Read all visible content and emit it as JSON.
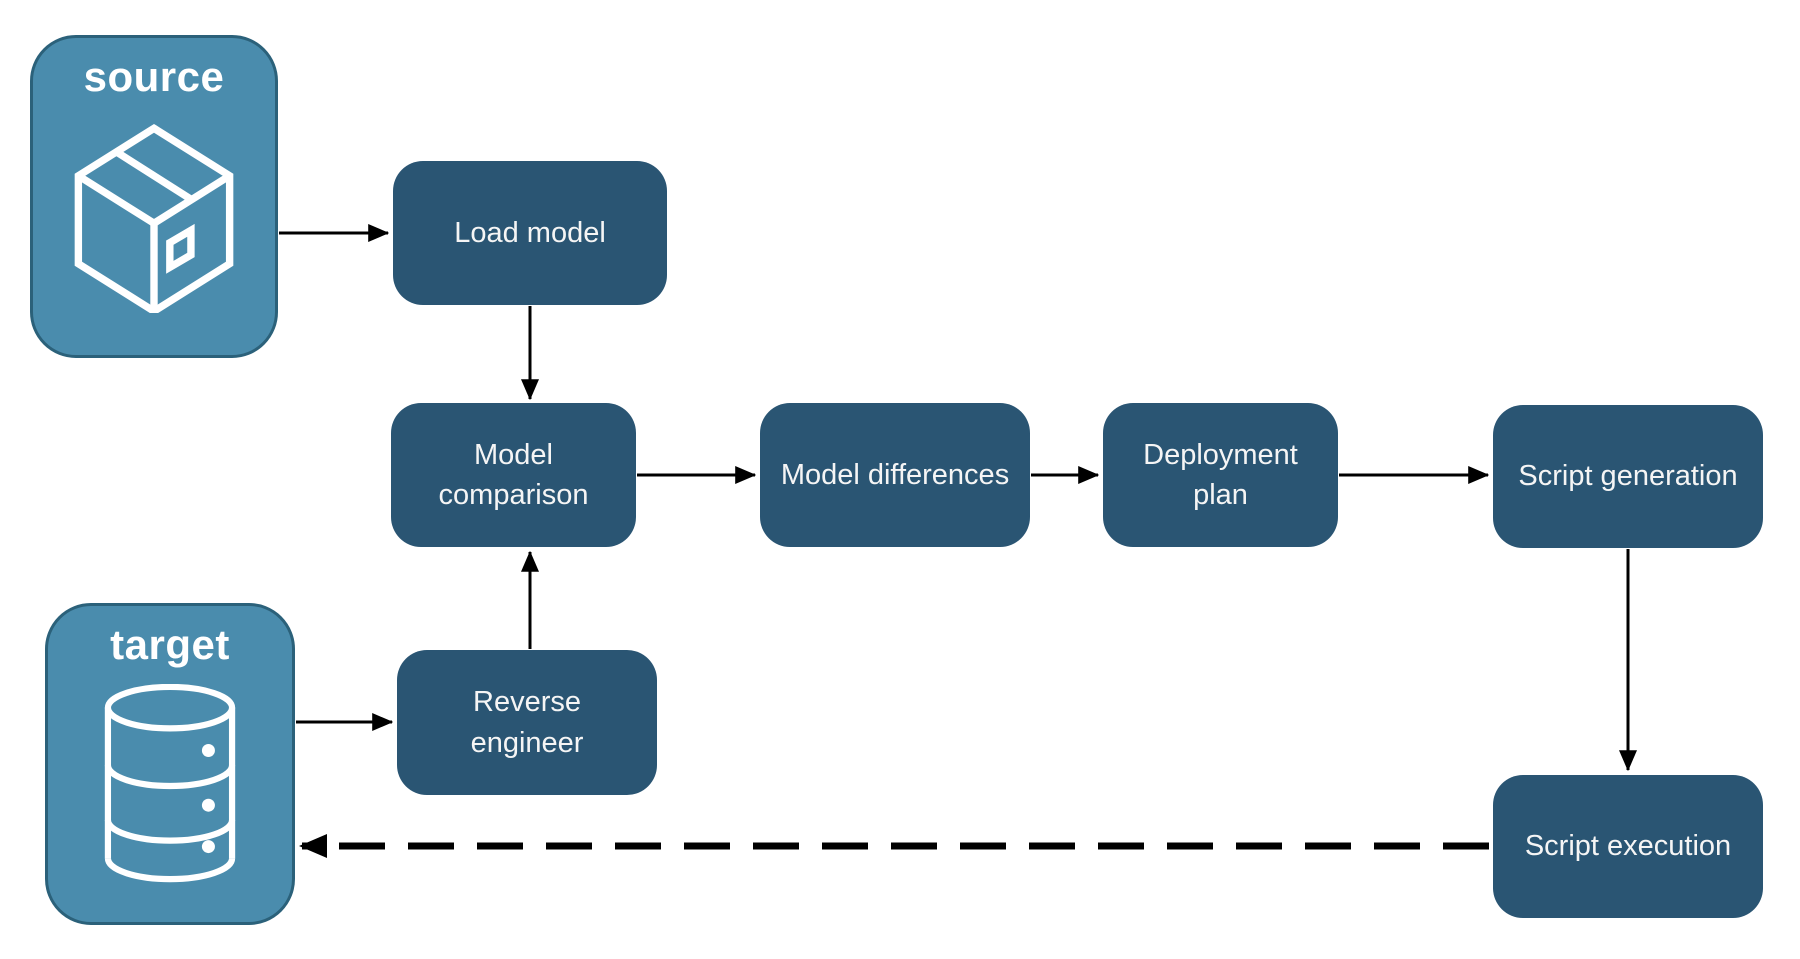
{
  "diagram": {
    "title_hint": "schema compare / deployment pipeline flowchart",
    "colors": {
      "background": "#FFFFFF",
      "node_fill": "#2A5573",
      "endpoint_fill": "#4A8CAD",
      "endpoint_border": "#2B617A",
      "label_text": "#F5F5F5",
      "arrow": "#000000"
    },
    "endpoints": [
      {
        "id": "source",
        "label": "source",
        "icon": "package-icon"
      },
      {
        "id": "target",
        "label": "target",
        "icon": "database-icon"
      }
    ],
    "nodes": [
      {
        "id": "load-model",
        "label": "Load model"
      },
      {
        "id": "model-comparison",
        "label": "Model comparison"
      },
      {
        "id": "model-differences",
        "label": "Model differences"
      },
      {
        "id": "deployment-plan",
        "label": "Deployment plan"
      },
      {
        "id": "script-generation",
        "label": "Script generation"
      },
      {
        "id": "reverse-engineer",
        "label": "Reverse engineer"
      },
      {
        "id": "script-execution",
        "label": "Script execution"
      }
    ],
    "connections": [
      {
        "from": "source",
        "to": "load-model",
        "style": "solid"
      },
      {
        "from": "load-model",
        "to": "model-comparison",
        "style": "solid"
      },
      {
        "from": "model-comparison",
        "to": "model-differences",
        "style": "solid"
      },
      {
        "from": "model-differences",
        "to": "deployment-plan",
        "style": "solid"
      },
      {
        "from": "deployment-plan",
        "to": "script-generation",
        "style": "solid"
      },
      {
        "from": "script-generation",
        "to": "script-execution",
        "style": "solid"
      },
      {
        "from": "target",
        "to": "reverse-engineer",
        "style": "solid"
      },
      {
        "from": "reverse-engineer",
        "to": "model-comparison",
        "style": "solid"
      },
      {
        "from": "script-execution",
        "to": "target",
        "style": "dashed"
      }
    ]
  }
}
